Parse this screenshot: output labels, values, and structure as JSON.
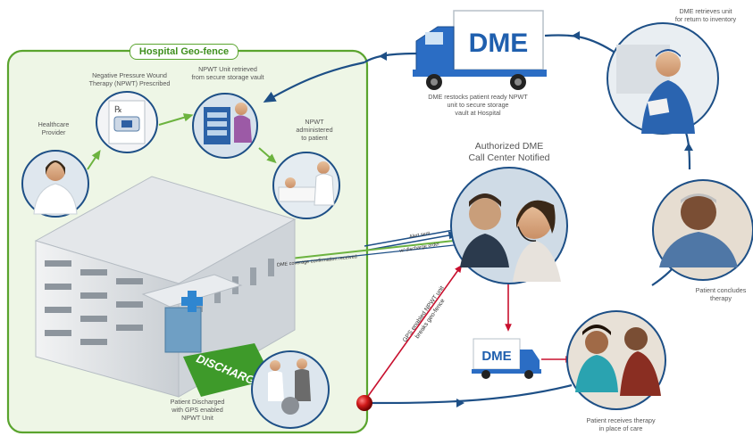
{
  "geofence": {
    "title": "Hospital Geo-fence"
  },
  "truck_top": {
    "brand": "DME"
  },
  "truck_small": {
    "brand": "DME"
  },
  "discharge_banner": "DISCHARGE",
  "labels": {
    "healthcare_provider": "Healthcare\nProvider",
    "npwt_prescribed": "Negative Pressure Wound\nTherapy (NPWT) Prescribed",
    "npwt_retrieved": "NPWT Unit retrieved\nfrom secure storage vault",
    "npwt_administered": "NPWT\nadministered\nto patient",
    "dme_restocks": "DME restocks patient ready NPWT\nunit to secure storage\nvault at Hospital",
    "dme_retrieves": "DME retrieves unit\nfor return to inventory",
    "call_center": "Authorized DME\nCall Center Notified",
    "patient_concludes": "Patient concludes\ntherapy",
    "patient_receives": "Patient receives therapy\nin place of care",
    "patient_discharged": "Patient Discharged\nwith GPS enabled\nNPWT Unit",
    "gps_breaks": "GPS enabled NPWT unit\nbreaks geo-fence",
    "alert_sent": "Alert sent",
    "rx_discharge": "w/ discharge order",
    "coverage_confirm": "DME coverage confirmation received"
  },
  "colors": {
    "fence_green": "#5aa42e",
    "fence_fill": "#eef6e6",
    "flow_blue": "#1d4f86",
    "alert_red": "#c8102e",
    "truck_blue": "#1f5fae",
    "discharge_green": "#3e9a2a"
  },
  "icons": [
    "prescription-icon",
    "hospital-cross-icon",
    "gps-dot-icon",
    "microphone-headset-icon"
  ]
}
